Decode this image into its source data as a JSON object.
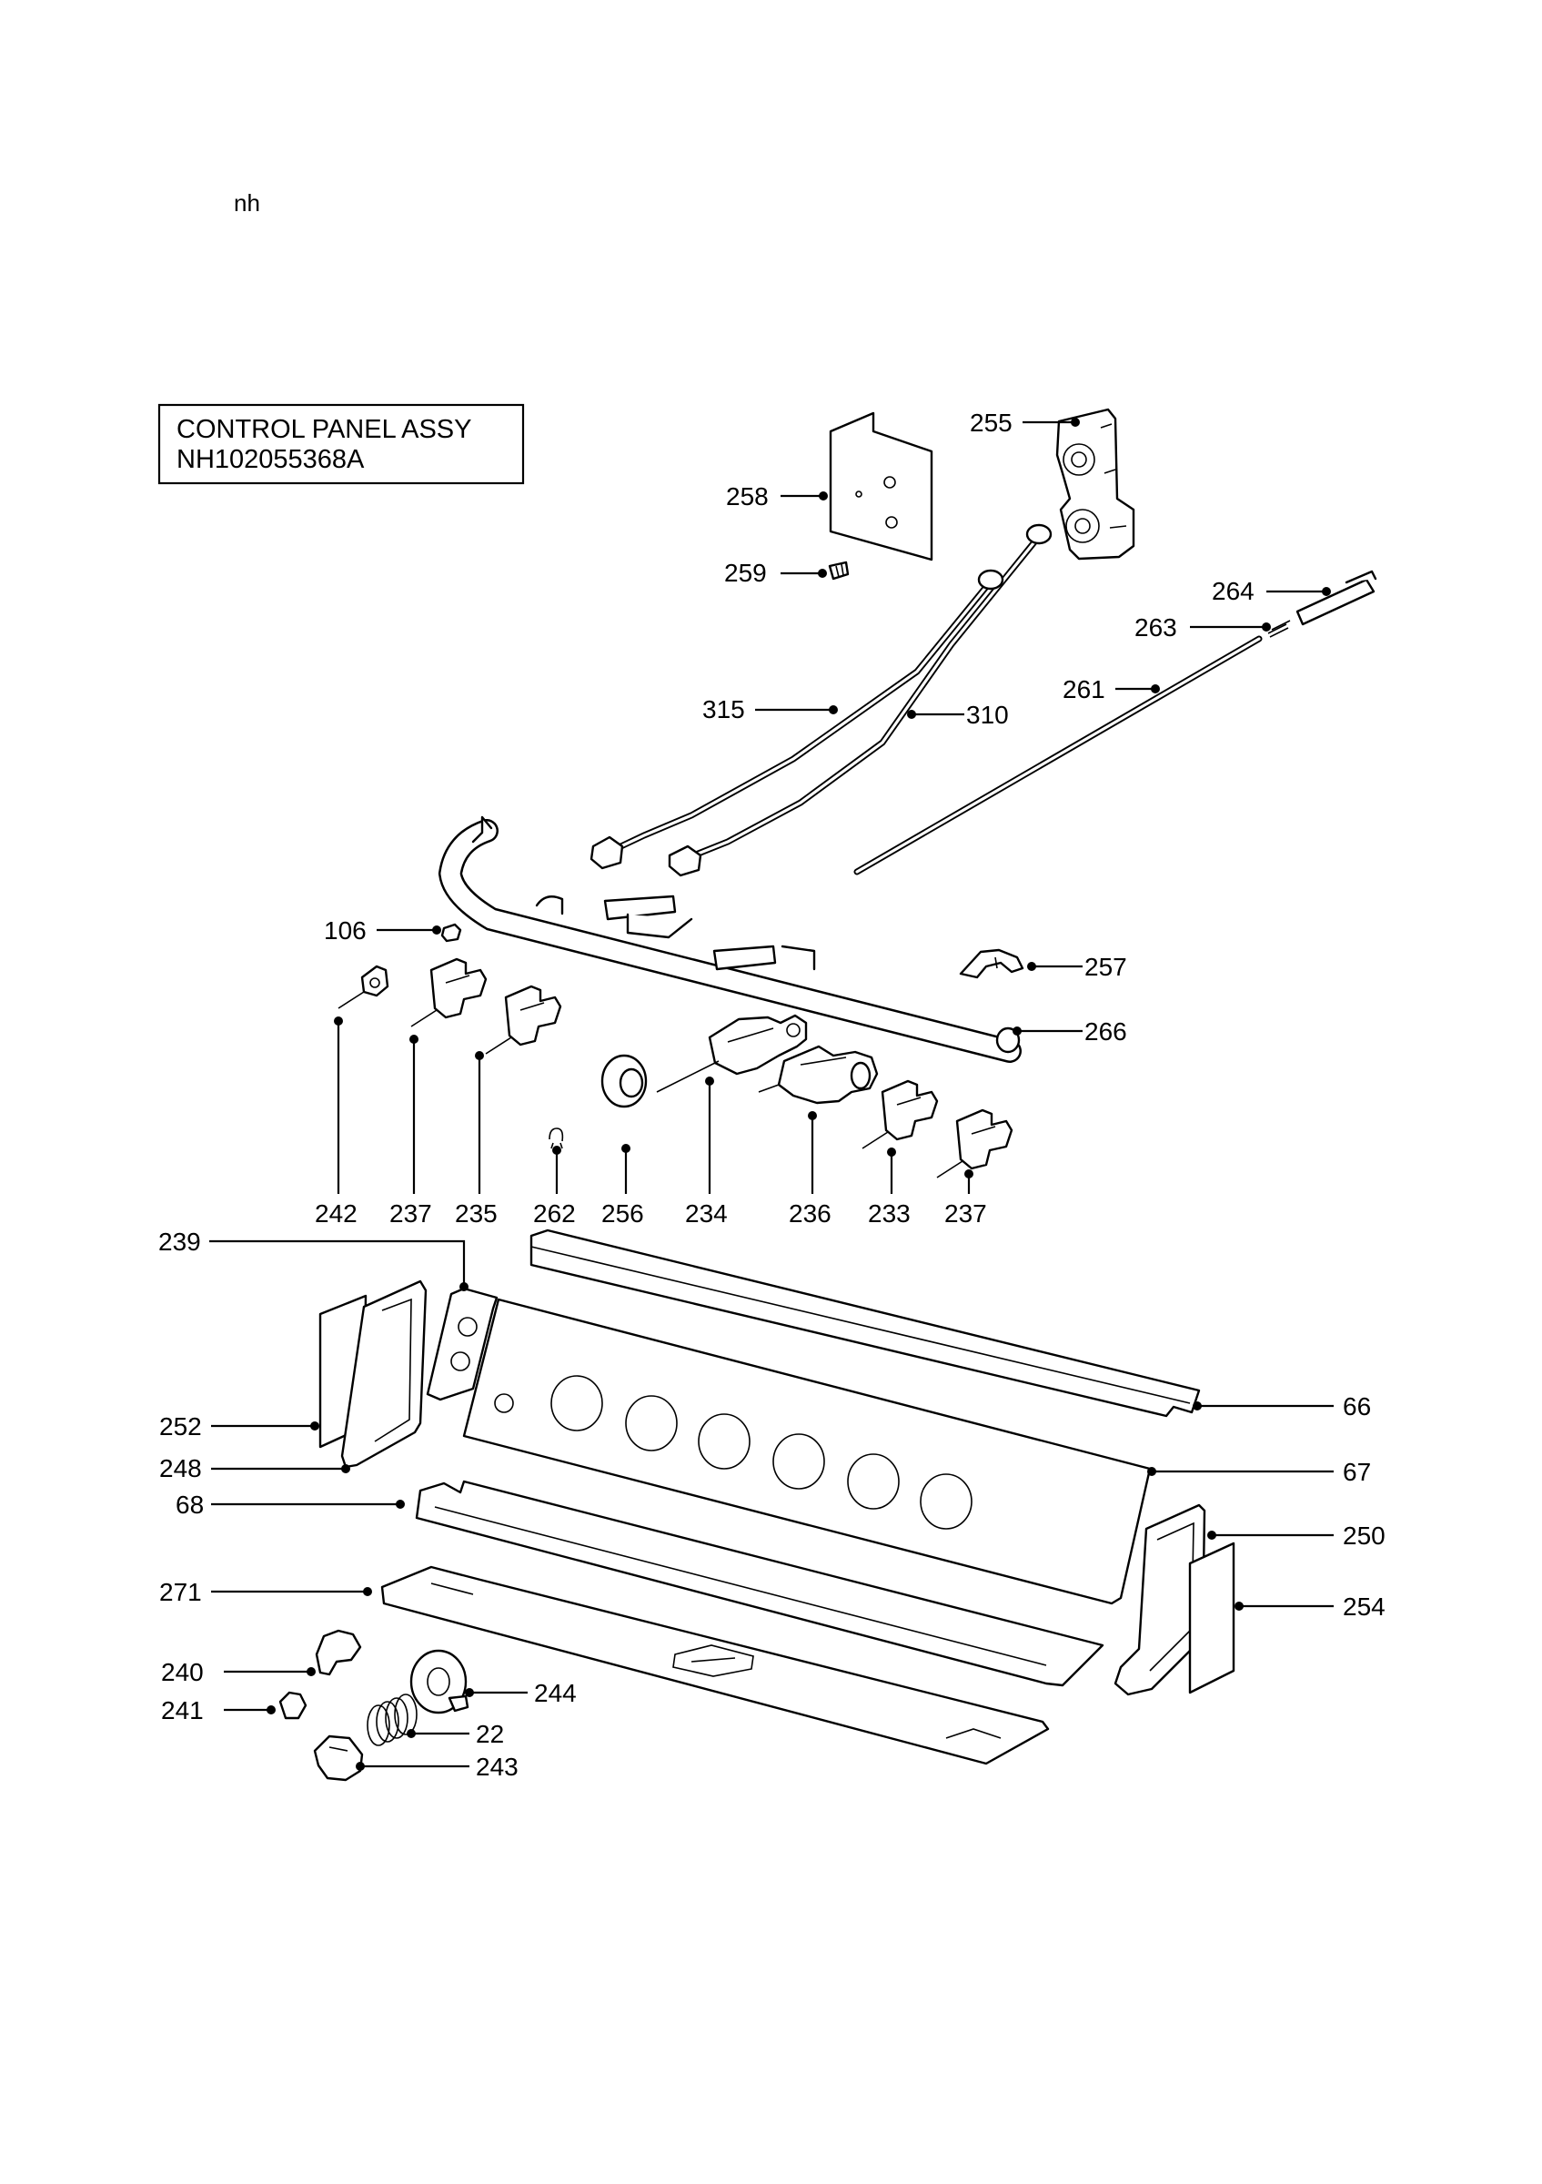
{
  "corner_text": "nh",
  "title_box": {
    "line1": "CONTROL PANEL ASSY",
    "line2": "NH102055368A"
  },
  "callouts": [
    {
      "id": "c255",
      "label": "255"
    },
    {
      "id": "c258",
      "label": "258"
    },
    {
      "id": "c259",
      "label": "259"
    },
    {
      "id": "c264",
      "label": "264"
    },
    {
      "id": "c263",
      "label": "263"
    },
    {
      "id": "c261",
      "label": "261"
    },
    {
      "id": "c315",
      "label": "315"
    },
    {
      "id": "c310",
      "label": "310"
    },
    {
      "id": "c106",
      "label": "106"
    },
    {
      "id": "c257",
      "label": "257"
    },
    {
      "id": "c266",
      "label": "266"
    },
    {
      "id": "c242",
      "label": "242"
    },
    {
      "id": "c237a",
      "label": "237"
    },
    {
      "id": "c235",
      "label": "235"
    },
    {
      "id": "c262",
      "label": "262"
    },
    {
      "id": "c256",
      "label": "256"
    },
    {
      "id": "c234",
      "label": "234"
    },
    {
      "id": "c236",
      "label": "236"
    },
    {
      "id": "c233",
      "label": "233"
    },
    {
      "id": "c237b",
      "label": "237"
    },
    {
      "id": "c239",
      "label": "239"
    },
    {
      "id": "c66",
      "label": "66"
    },
    {
      "id": "c252",
      "label": "252"
    },
    {
      "id": "c67",
      "label": "67"
    },
    {
      "id": "c248",
      "label": "248"
    },
    {
      "id": "c68",
      "label": "68"
    },
    {
      "id": "c250",
      "label": "250"
    },
    {
      "id": "c271",
      "label": "271"
    },
    {
      "id": "c254",
      "label": "254"
    },
    {
      "id": "c240",
      "label": "240"
    },
    {
      "id": "c244",
      "label": "244"
    },
    {
      "id": "c241",
      "label": "241"
    },
    {
      "id": "c22",
      "label": "22"
    },
    {
      "id": "c243",
      "label": "243"
    }
  ]
}
